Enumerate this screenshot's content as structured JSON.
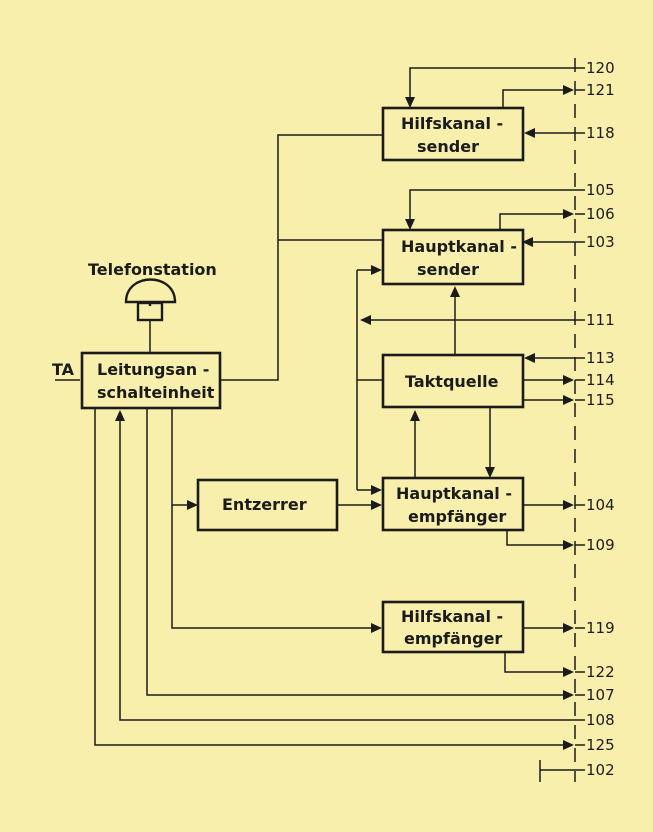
{
  "blocks": {
    "hilfskanal_sender": [
      "Hilfskanal -",
      "sender"
    ],
    "hauptkanal_sender": [
      "Hauptkanal -",
      "sender"
    ],
    "leitungsanschalteinheit": [
      "Leitungsan -",
      "schalteinheit"
    ],
    "taktquelle": [
      "Taktquelle"
    ],
    "entzerrer": [
      "Entzerrer"
    ],
    "hauptkanal_empfaenger": [
      "Hauptkanal -",
      "empfänger"
    ],
    "hilfskanal_empfaenger": [
      "Hilfskanal -",
      "empfänger"
    ]
  },
  "labels": {
    "telefonstation": "Telefonstation",
    "ta": "TA"
  },
  "terminals": {
    "t120": "120",
    "t121": "121",
    "t118": "118",
    "t105": "105",
    "t106": "106",
    "t103": "103",
    "t111": "111",
    "t113": "113",
    "t114": "114",
    "t115": "115",
    "t104": "104",
    "t109": "109",
    "t119": "119",
    "t122": "122",
    "t107": "107",
    "t108": "108",
    "t125": "125",
    "t102": "102"
  }
}
